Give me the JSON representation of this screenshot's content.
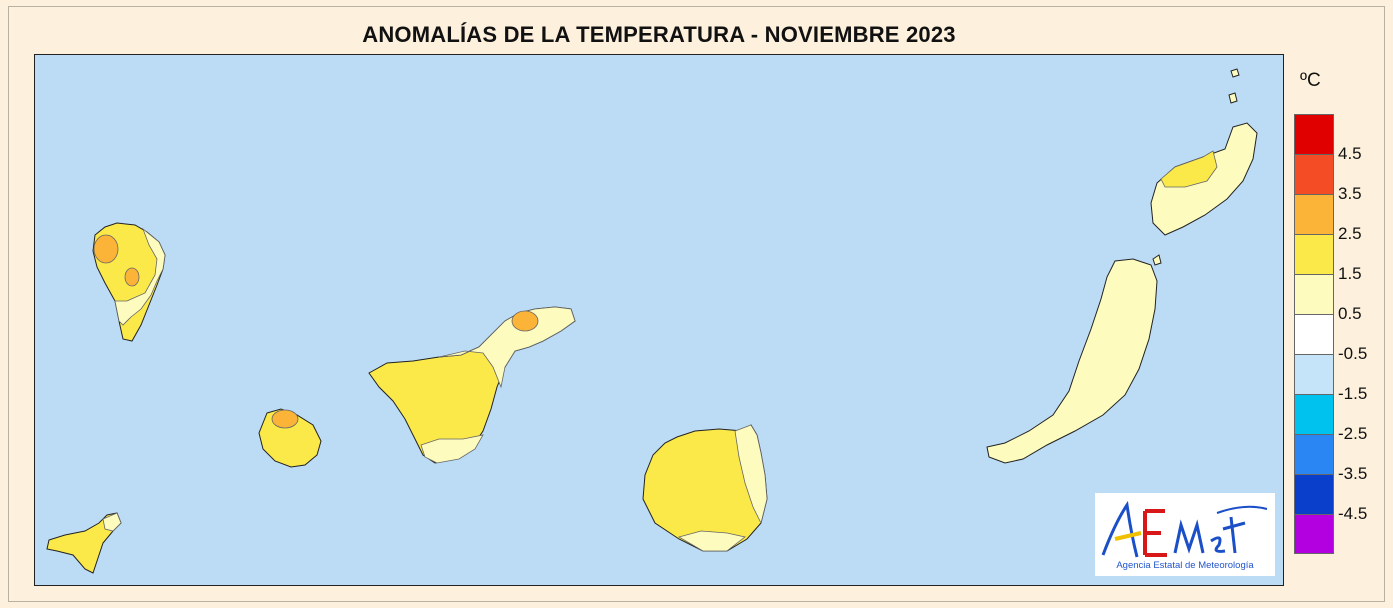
{
  "title": "ANOMALÍAS DE LA TEMPERATURA - NOVIEMBRE 2023",
  "legend": {
    "unit": "ºC",
    "colors": [
      "#e00000",
      "#f44d25",
      "#fbb338",
      "#fbe94a",
      "#fdfbbe",
      "#ffffff",
      "#c6e4f9",
      "#00c2ee",
      "#2a86f2",
      "#0a3fcc",
      "#b300e0"
    ],
    "ticks": [
      "4.5",
      "3.5",
      "2.5",
      "1.5",
      "0.5",
      "-0.5",
      "-1.5",
      "-2.5",
      "-3.5",
      "-4.5"
    ]
  },
  "logo": {
    "text": "AEmet",
    "subtitle": "Agencia Estatal de Meteorología"
  },
  "colors": {
    "sea": "#bcdcf6",
    "anomaly_0_5_to_1_5": "#fdfbbe",
    "anomaly_1_5_to_2_5": "#fbe94a",
    "anomaly_2_5_to_3_5": "#fbb338"
  }
}
